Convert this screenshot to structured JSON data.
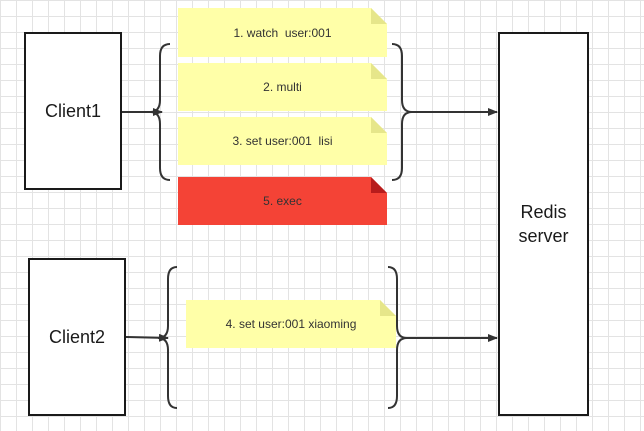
{
  "clients": {
    "client1": {
      "label": "Client1"
    },
    "client2": {
      "label": "Client2"
    }
  },
  "server": {
    "label": "Redis\nserver"
  },
  "steps": {
    "watch": {
      "label": "1. watch  user:001",
      "color": "#ffffa8",
      "fold": "#e6e68a"
    },
    "multi": {
      "label": "2. multi",
      "color": "#ffffa8",
      "fold": "#e6e68a"
    },
    "set_lisi": {
      "label": "3. set user:001  lisi",
      "color": "#ffffa8",
      "fold": "#e6e68a"
    },
    "exec": {
      "label": "5. exec",
      "color": "#f44336",
      "fold": "#b71c1c"
    },
    "set_xiaoming": {
      "label": "4. set user:001 xiaoming",
      "color": "#ffffa8",
      "fold": "#e6e68a"
    }
  },
  "colors": {
    "line": "#333333",
    "box_border": "#1a1a1a"
  }
}
